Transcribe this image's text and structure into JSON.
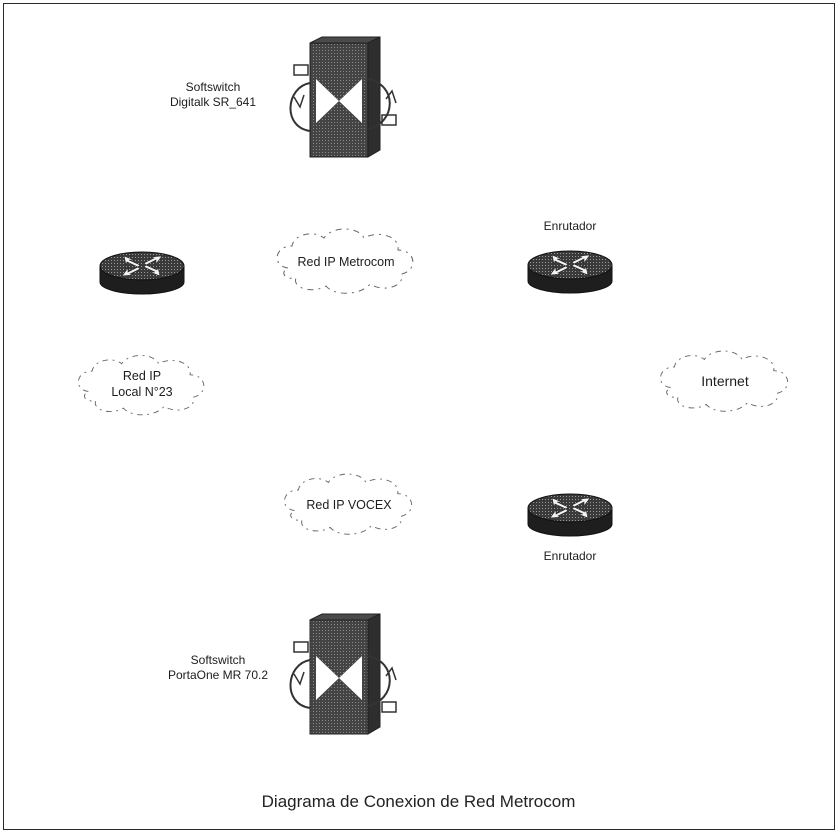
{
  "diagram": {
    "caption": "Diagrama de Conexion de Red Metrocom",
    "softswitches": [
      {
        "line1": "Softswitch",
        "line2": "Digitalk SR_641"
      },
      {
        "line1": "Softswitch",
        "line2": "PortaOne MR 70.2"
      }
    ],
    "routers": [
      {
        "label": ""
      },
      {
        "label": "Enrutador"
      },
      {
        "label": "Enrutador"
      }
    ],
    "clouds": [
      {
        "line1": "Red IP Metrocom",
        "line2": ""
      },
      {
        "line1": "Red IP",
        "line2": "Local N°23"
      },
      {
        "line1": "Internet",
        "line2": ""
      },
      {
        "line1": "Red IP VOCEX",
        "line2": ""
      }
    ]
  }
}
